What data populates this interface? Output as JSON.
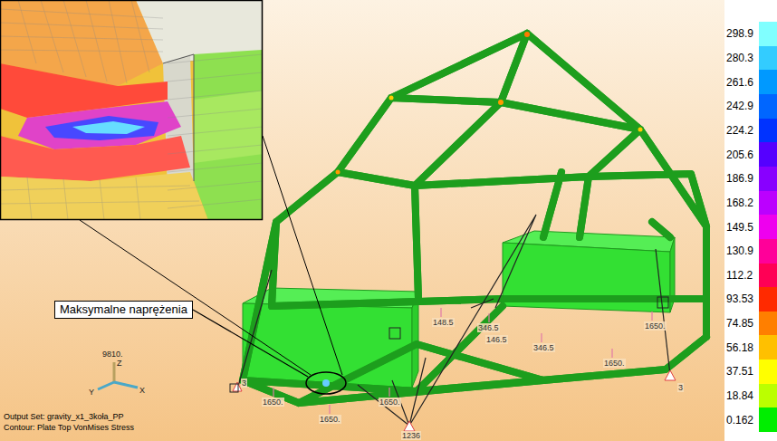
{
  "diagram": {
    "nodes": [
      {
        "text": [
          "Maksymalne naprężenia"
        ]
      }
    ],
    "labels": [
      "9810.",
      "Z",
      "Y",
      "X",
      "148.5",
      "346.5",
      "146.5",
      "346.5",
      "1650.",
      "1650.",
      "3",
      "1650.",
      "1650.",
      "1650.",
      "1236",
      "3",
      "Output Set: gravity_x1_3koła_PP",
      "Contour: Plate Top VonMises Stress"
    ],
    "legend": [
      {
        "text": "298.9",
        "color": "#80ffff"
      },
      {
        "text": "280.3",
        "color": "#33ccff"
      },
      {
        "text": "261.6",
        "color": "#0099ff"
      },
      {
        "text": "242.9",
        "color": "#0066ff"
      },
      {
        "text": "224.2",
        "color": "#0033ff"
      },
      {
        "text": "205.6",
        "color": "#5500ff"
      },
      {
        "text": "186.9",
        "color": "#8800ff"
      },
      {
        "text": "168.2",
        "color": "#bb00ff"
      },
      {
        "text": "149.5",
        "color": "#ee00ee"
      },
      {
        "text": "130.9",
        "color": "#ff0099"
      },
      {
        "text": "112.2",
        "color": "#ff0055"
      },
      {
        "text": "93.53",
        "color": "#ff2a00"
      },
      {
        "text": "74.85",
        "color": "#ff7f00"
      },
      {
        "text": "56.18",
        "color": "#ffc000"
      },
      {
        "text": "37.51",
        "color": "#ffff00"
      },
      {
        "text": "18.84",
        "color": "#bbff00"
      },
      {
        "text": "0.162",
        "color": "#00ee00"
      }
    ]
  }
}
